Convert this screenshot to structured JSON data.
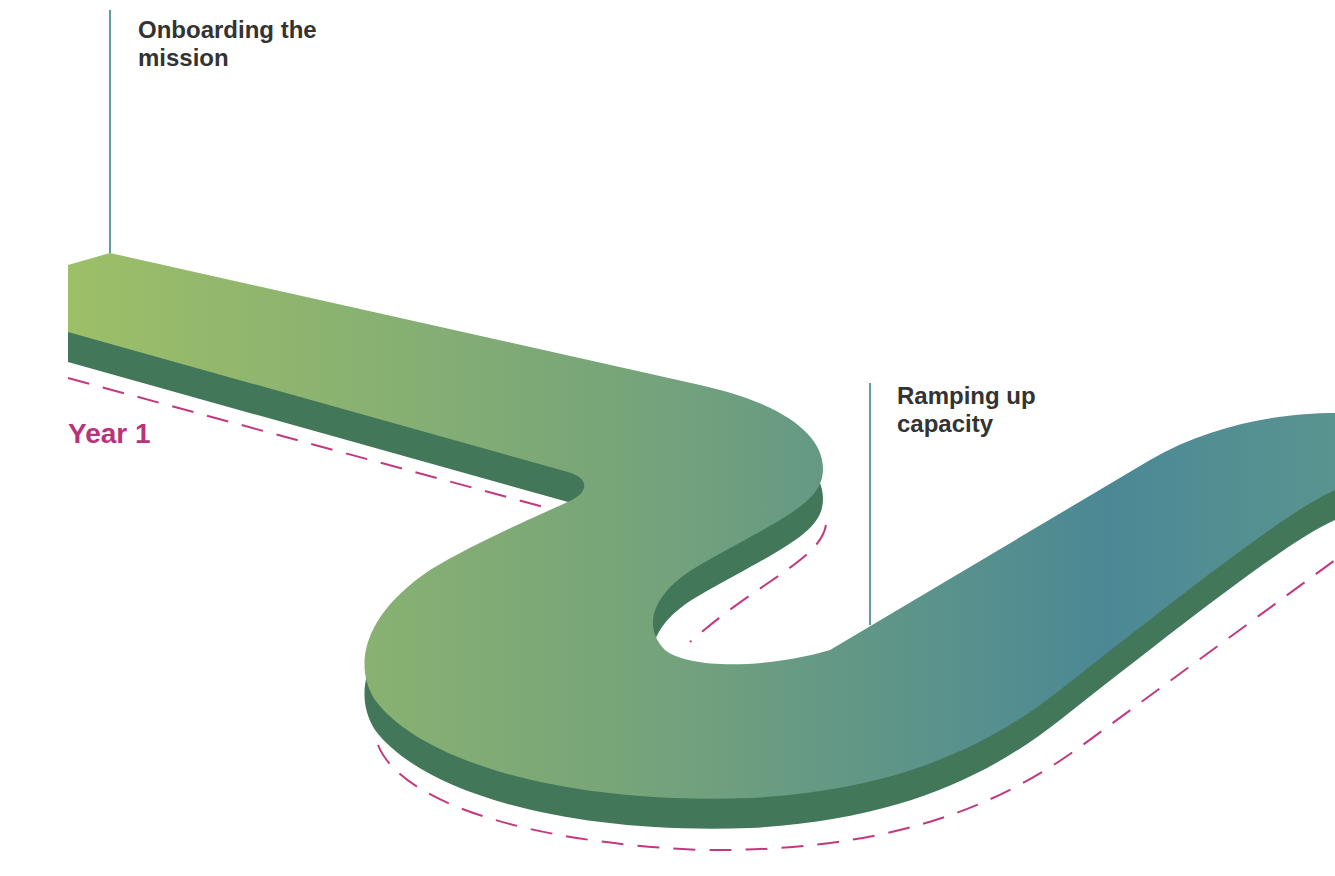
{
  "diagram": {
    "labels": [
      "Onboarding the mission",
      "Ramping up capacity",
      "Year 1"
    ]
  }
}
